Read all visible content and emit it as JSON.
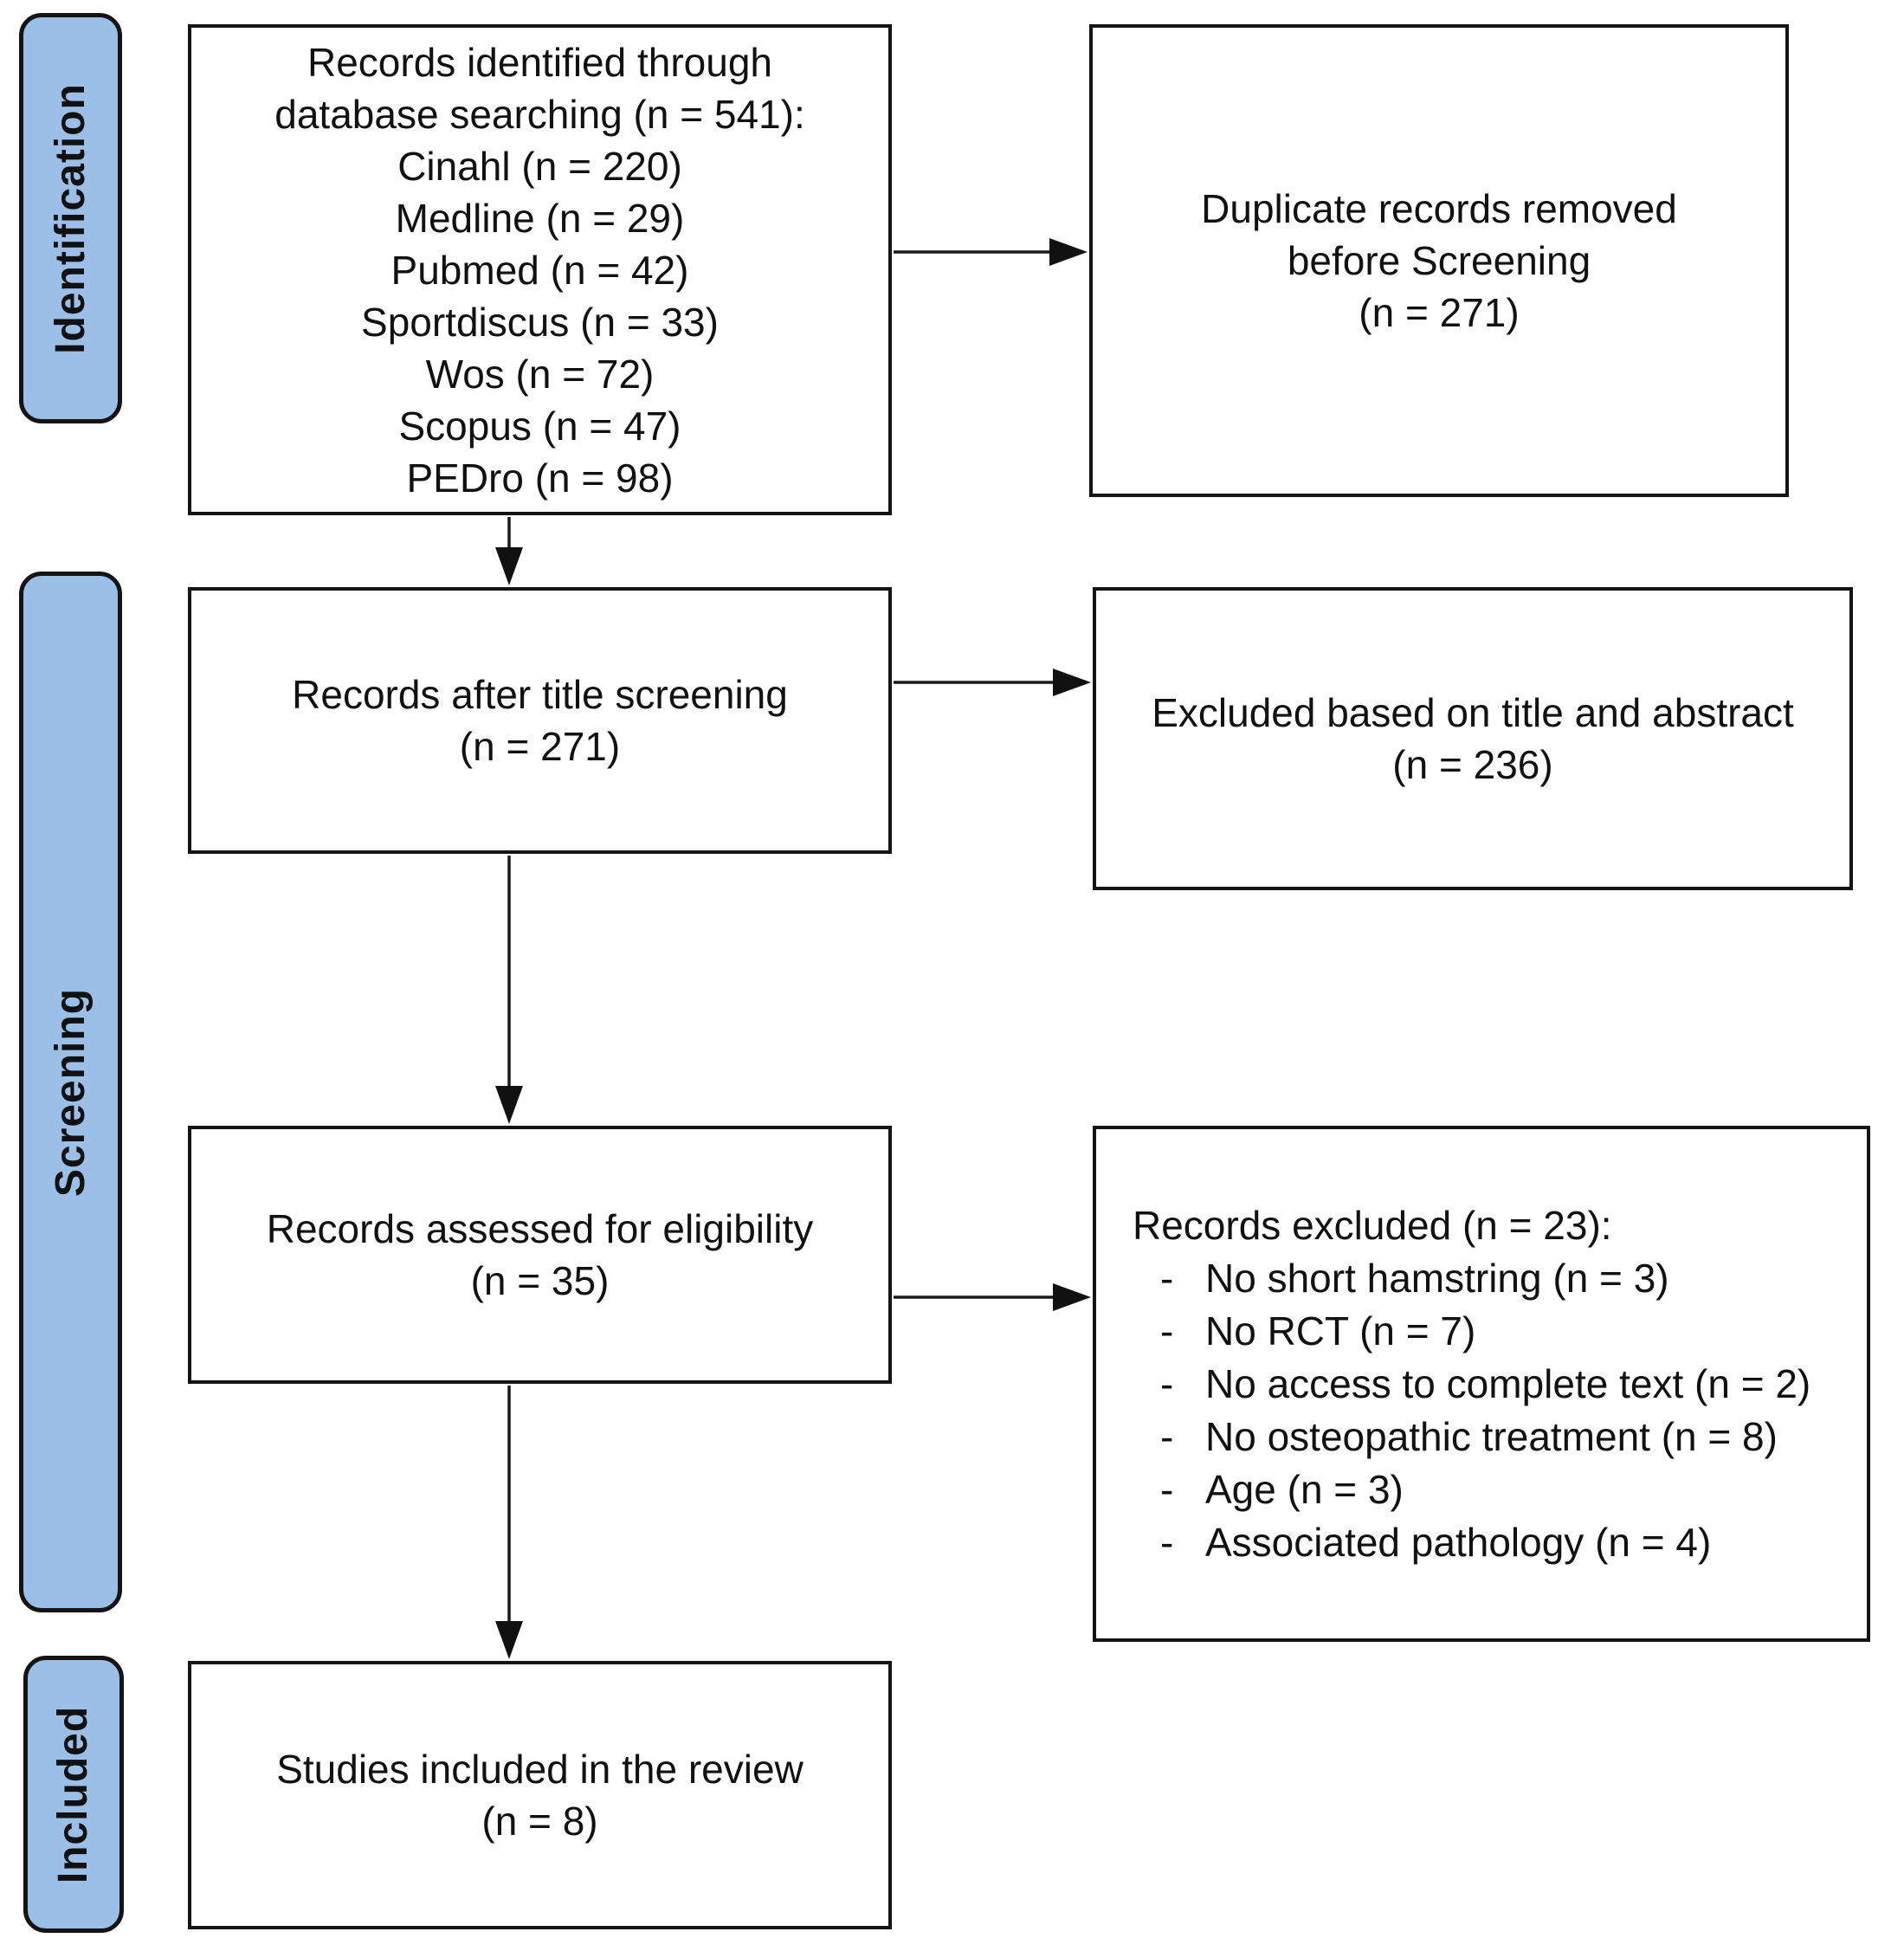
{
  "palette": {
    "stage_fill": "#9BBFE6",
    "stage_border": "#141414",
    "box_border": "#141414",
    "box_fill": "#FFFFFF",
    "arrow_color": "#1A1A1A",
    "text_color": "#111111"
  },
  "stages": [
    {
      "label": "Identification"
    },
    {
      "label": "Screening"
    },
    {
      "label": "Included"
    }
  ],
  "boxes": {
    "identified": {
      "lines": [
        "Records identified through",
        "database searching (n = 541):",
        "Cinahl (n = 220)",
        "Medline (n = 29)",
        "Pubmed (n = 42)",
        "Sportdiscus (n = 33)",
        "Wos (n = 72)",
        "Scopus (n = 47)",
        "PEDro (n = 98)"
      ]
    },
    "duplicates_removed": {
      "lines": [
        "Duplicate records removed",
        "before Screening",
        "(n = 271)"
      ]
    },
    "after_title_screening": {
      "lines": [
        "Records after title screening",
        "(n = 271)"
      ]
    },
    "excluded_title_abstract": {
      "lines": [
        "Excluded based on title and abstract",
        "(n = 236)"
      ]
    },
    "assessed_eligibility": {
      "lines": [
        "Records assessed for eligibility",
        "(n = 35)"
      ]
    },
    "records_excluded": {
      "heading": "Records excluded (n = 23):",
      "bullet_char": "-",
      "items": [
        "No short hamstring (n = 3)",
        "No RCT (n = 7)",
        "No access to complete text (n = 2)",
        "No osteopathic treatment (n = 8)",
        "Age (n = 3)",
        "Associated pathology (n = 4)"
      ]
    },
    "included_studies": {
      "lines": [
        "Studies included in the review",
        "(n = 8)"
      ]
    }
  }
}
